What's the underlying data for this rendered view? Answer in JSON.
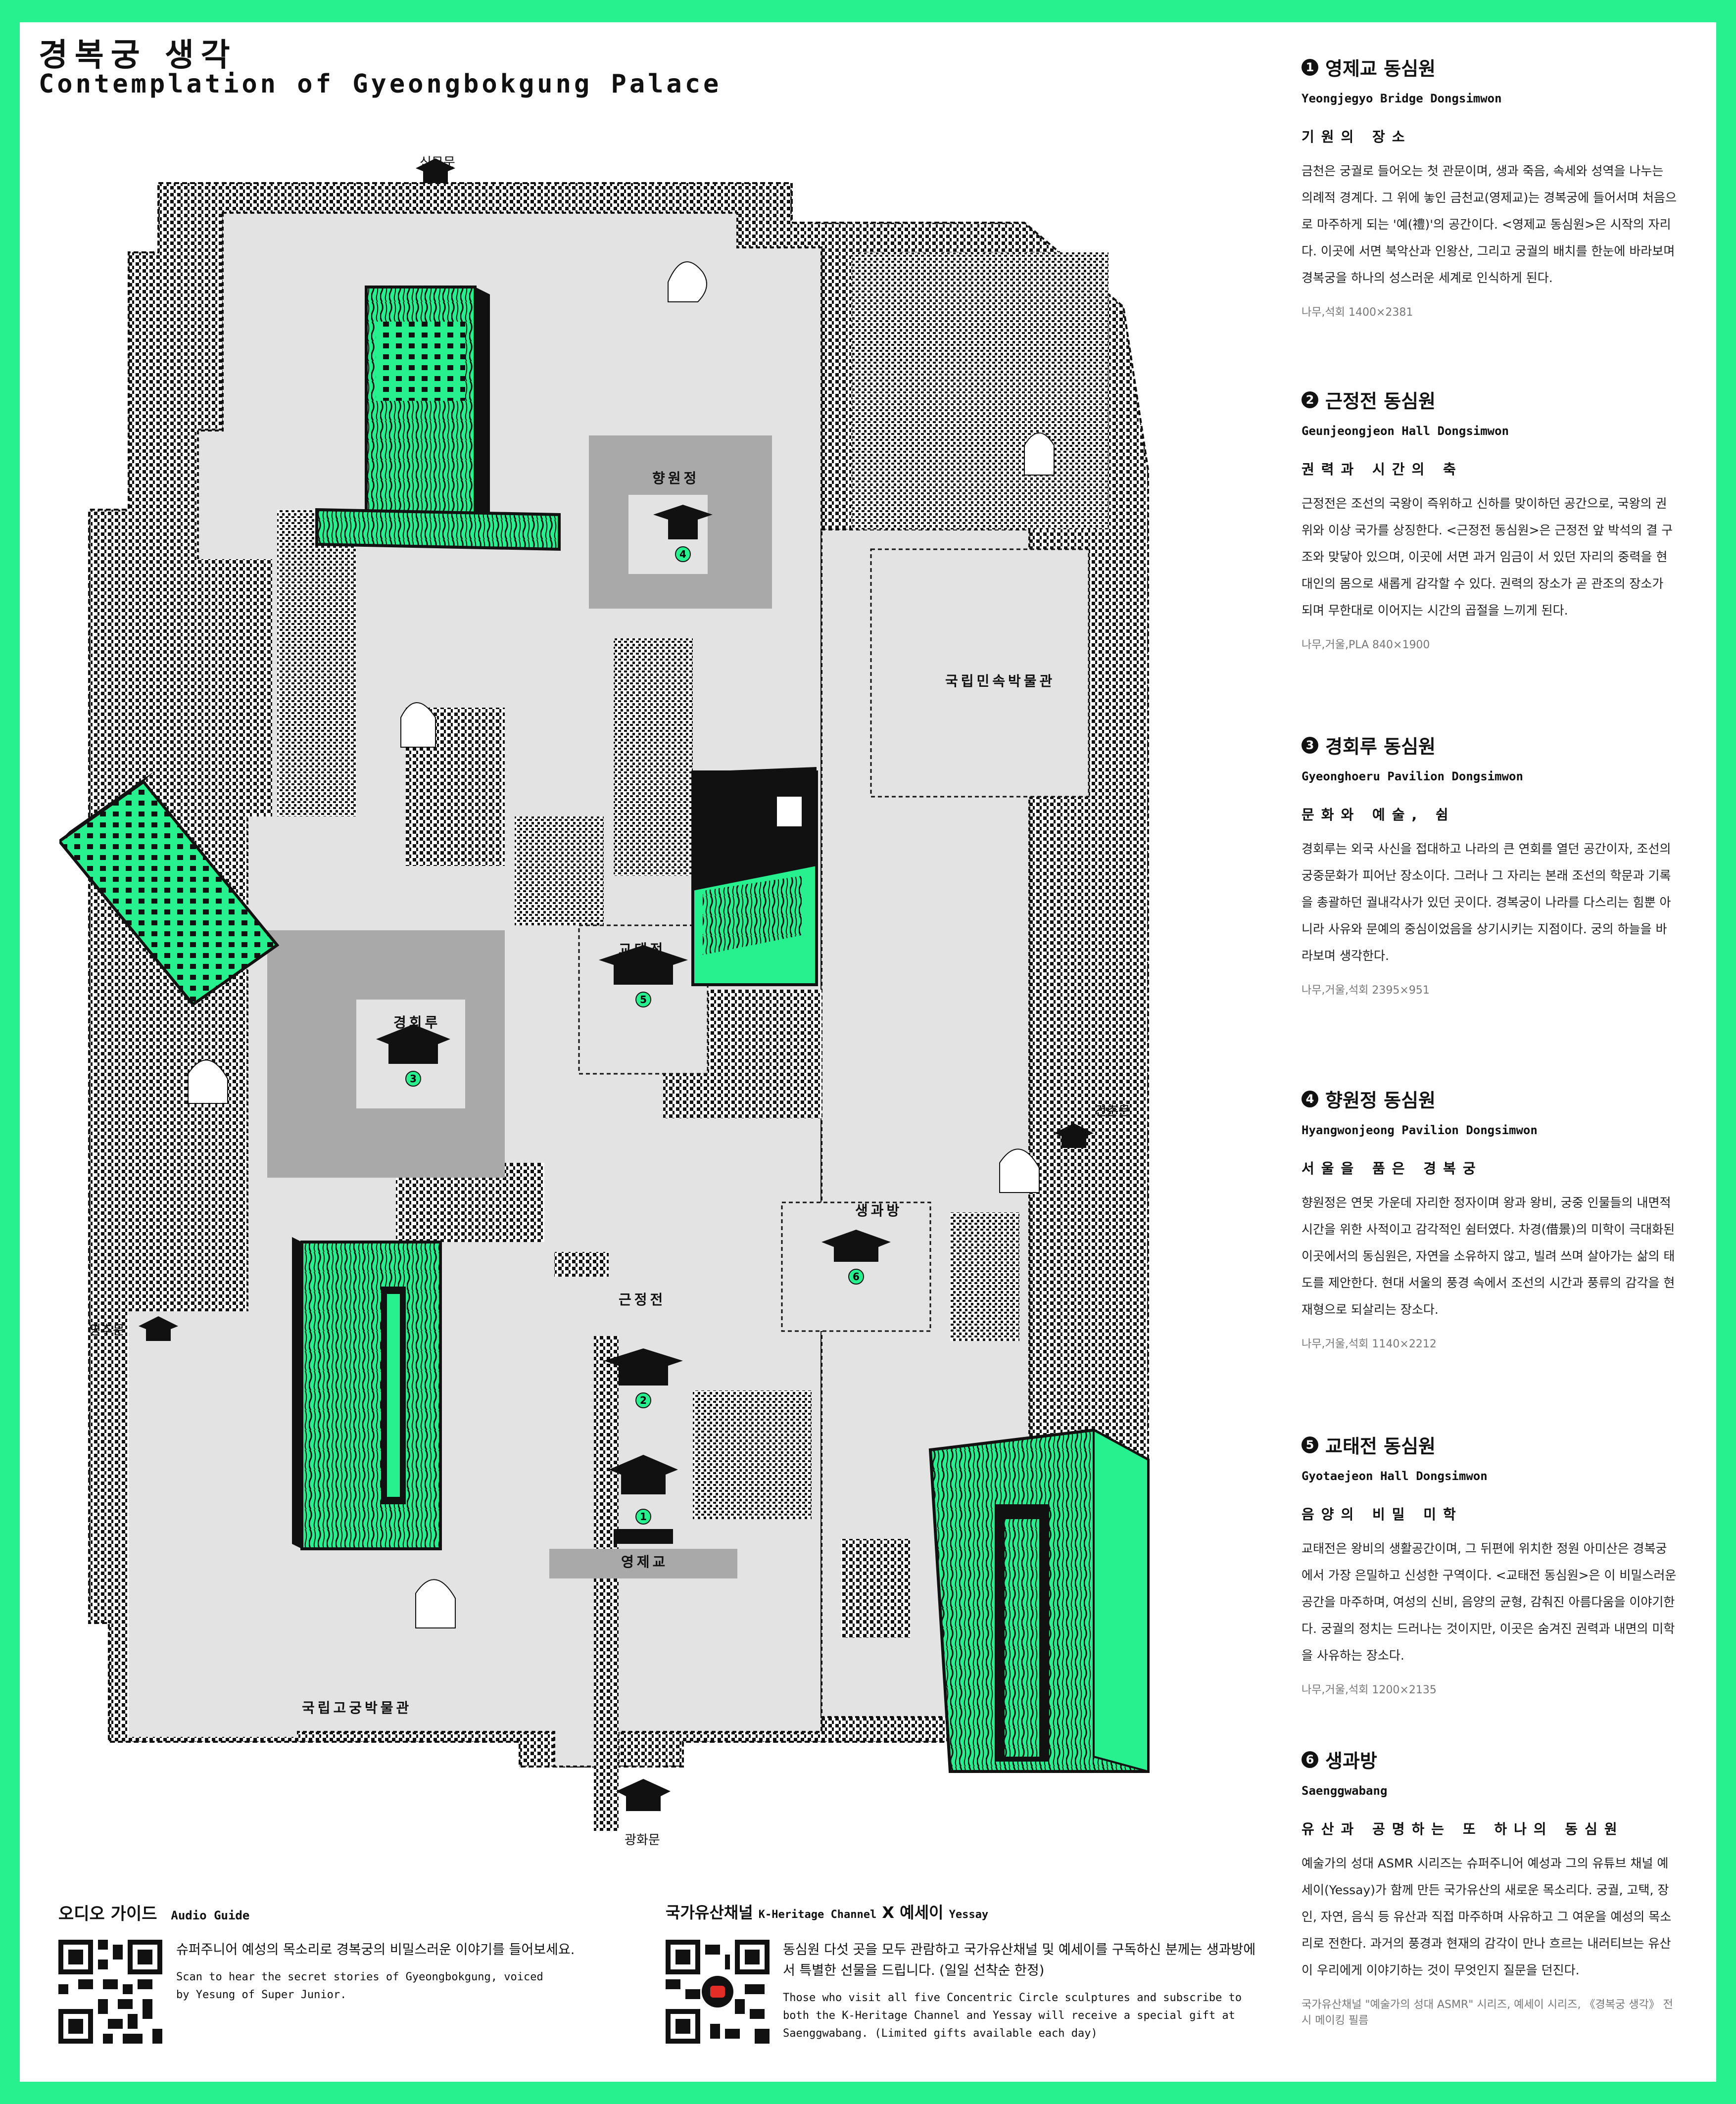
{
  "header": {
    "title_ko": "경복궁 생각",
    "title_en": "Contemplation of Gyeongbokgung Palace"
  },
  "map": {
    "labels": {
      "hyangwonjeong": "향원정",
      "museum_folk": "국립민속박물관",
      "gyotaejeon": "교태전",
      "gyeonghoeru": "경회루",
      "saenggwabang": "생과방",
      "geunjeongjeon": "근정전",
      "yeongjegyo": "영제교",
      "museum_palace": "국립고궁박물관"
    },
    "gates": {
      "north": "신무문",
      "east": "건춘문",
      "west": "영추문",
      "south": "광화문"
    },
    "markers": [
      "1",
      "2",
      "3",
      "4",
      "5",
      "6"
    ]
  },
  "sections": [
    {
      "num": "1",
      "title": "영제교 동심원",
      "en": "Yeongjegyo Bridge Dongsimwon",
      "subtitle": "기원의 장소",
      "body": "금천은 궁궐로 들어오는 첫 관문이며, 생과 죽음, 속세와 성역을 나누는 의례적 경계다. 그 위에 놓인 금천교(영제교)는 경복궁에 들어서며 처음으로 마주하게 되는 '예(禮)'의 공간이다. <영제교 동심원>은 시작의 자리다. 이곳에 서면 북악산과 인왕산, 그리고 궁궐의 배치를 한눈에 바라보며 경복궁을 하나의 성스러운 세계로 인식하게 된다.",
      "meta": "나무,석회 1400×2381"
    },
    {
      "num": "2",
      "title": "근정전 동심원",
      "en": "Geunjeongjeon Hall Dongsimwon",
      "subtitle": "권력과 시간의 축",
      "body": "근정전은 조선의 국왕이 즉위하고 신하를 맞이하던 공간으로, 국왕의 권위와 이상 국가를 상징한다. <근정전 동심원>은 근정전 앞 박석의 결 구조와 맞닿아 있으며, 이곳에 서면 과거 임금이 서 있던 자리의 중력을 현대인의 몸으로 새롭게 감각할 수 있다. 권력의 장소가 곧 관조의 장소가 되며 무한대로 이어지는 시간의 곱절을 느끼게 된다.",
      "meta": "나무,거울,PLA 840×1900"
    },
    {
      "num": "3",
      "title": "경회루 동심원",
      "en": "Gyeonghoeru Pavilion Dongsimwon",
      "subtitle": "문화와 예술, 쉼",
      "body": "경회루는 외국 사신을 접대하고 나라의 큰 연회를 열던 공간이자, 조선의 궁중문화가 피어난 장소이다. 그러나 그 자리는 본래 조선의 학문과 기록을 총괄하던 궐내각사가 있던 곳이다. 경복궁이 나라를 다스리는 힘뿐 아니라 사유와 문예의 중심이었음을 상기시키는 지점이다. 궁의 하늘을 바라보며 생각한다.",
      "meta": "나무,거울,석회 2395×951"
    },
    {
      "num": "4",
      "title": "향원정 동심원",
      "en": "Hyangwonjeong Pavilion Dongsimwon",
      "subtitle": "서울을 품은 경복궁",
      "body": "향원정은 연못 가운데 자리한 정자이며 왕과 왕비, 궁중 인물들의 내면적 시간을 위한 사적이고 감각적인 쉼터였다. 차경(借景)의 미학이 극대화된 이곳에서의 동심원은, 자연을 소유하지 않고, 빌려 쓰며 살아가는 삶의 태도를 제안한다. 현대 서울의 풍경 속에서 조선의 시간과 풍류의 감각을 현재형으로 되살리는 장소다.",
      "meta": "나무,거울,석회 1140×2212"
    },
    {
      "num": "5",
      "title": "교태전 동심원",
      "en": "Gyotaejeon Hall Dongsimwon",
      "subtitle": "음양의 비밀 미학",
      "body": "교태전은 왕비의 생활공간이며, 그 뒤편에 위치한 정원 아미산은 경복궁에서 가장 은밀하고 신성한 구역이다. <교태전 동심원>은 이 비밀스러운 공간을 마주하며, 여성의 신비, 음양의 균형, 감춰진 아름다움을 이야기한다. 궁궐의 정치는 드러나는 것이지만, 이곳은 숨겨진 권력과 내면의 미학을 사유하는 장소다.",
      "meta": "나무,거울,석회 1200×2135"
    },
    {
      "num": "6",
      "title": "생과방",
      "en": "Saenggwabang",
      "subtitle": "유산과 공명하는 또 하나의 동심원",
      "body": "예술가의 성대 ASMR 시리즈는 슈퍼주니어 예성과 그의 유튜브 채널 예세이(Yessay)가 함께 만든 국가유산의 새로운 목소리다. 궁궐, 고택, 장인, 자연, 음식 등 유산과 직접 마주하며 사유하고 그 여운을 예성의 목소리로 전한다. 과거의 풍경과 현재의 감각이 만나 흐르는 내러티브는 유산이 우리에게 이야기하는 것이 무엇인지 질문을 던진다.",
      "meta": "국가유산채널 \"예술가의 성대 ASMR\" 시리즈, 예세이 시리즈, 《경복궁 생각》 전시 메이킹 필름"
    }
  ],
  "footer": {
    "audio_title_ko": "오디오 가이드",
    "audio_title_en": "Audio Guide",
    "audio_desc_ko": "슈퍼주니어 예성의 목소리로 경복궁의 비밀스러운 이야기를 들어보세요.",
    "audio_desc_en": "Scan to hear the secret stories of Gyeongbokgung, voiced by Yesung of Super Junior.",
    "channel_title_ko": "국가유산채널",
    "channel_title_en": "K-Heritage Channel",
    "channel_x": "X",
    "channel_title2_ko": "예세이",
    "channel_title2_en": "Yessay",
    "channel_desc_ko": "동심원 다섯 곳을 모두 관람하고 국가유산채널 및 예세이를 구독하신 분께는 생과방에서 특별한 선물을 드립니다. (일일 선착순 한정)",
    "channel_desc_en": "Those who visit all five Concentric Circle sculptures and subscribe to both the K-Heritage Channel and Yessay will receive a special gift at Saenggwabang. (Limited gifts available each day)"
  },
  "colors": {
    "accent": "#27f08f",
    "map_gray": "#e3e3e3",
    "dark_gray": "#a9a9a9",
    "ink": "#111111"
  }
}
